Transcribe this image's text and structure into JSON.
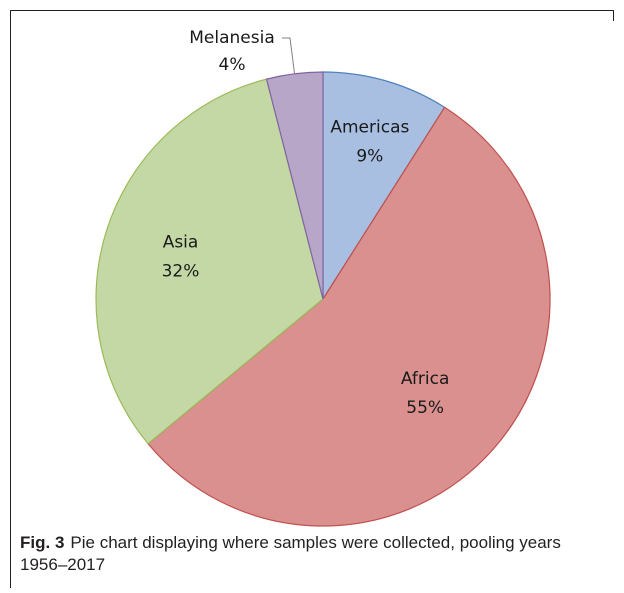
{
  "figure": {
    "caption_label": "Fig. 3",
    "caption_text": "Pie chart displaying where samples were collected, pooling years 1956–2017"
  },
  "chart_data": {
    "type": "pie",
    "start": "12 o'clock",
    "direction": "clockwise",
    "slices": [
      {
        "name": "Americas",
        "value": 9,
        "label": "9%",
        "fill": "#a8bfe1",
        "stroke": "#4f81bd"
      },
      {
        "name": "Africa",
        "value": 55,
        "label": "55%",
        "fill": "#d9908e",
        "stroke": "#c0504d"
      },
      {
        "name": "Asia",
        "value": 32,
        "label": "32%",
        "fill": "#c4d8a6",
        "stroke": "#9bbb59"
      },
      {
        "name": "Melanesia",
        "value": 4,
        "label": "4%",
        "fill": "#b7a6c7",
        "stroke": "#8064a2"
      }
    ]
  }
}
